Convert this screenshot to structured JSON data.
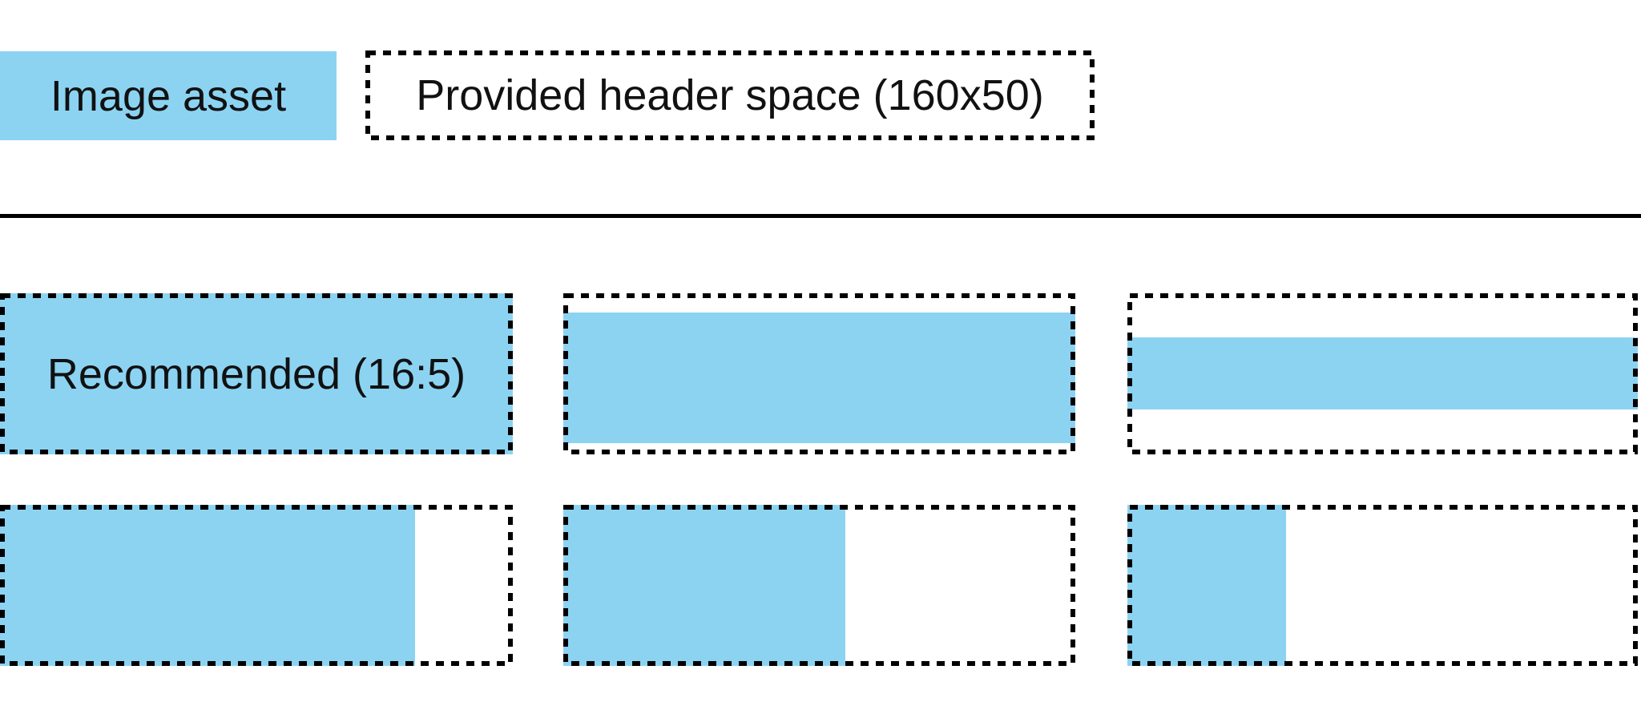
{
  "legend": {
    "image_asset_label": "Image asset",
    "header_space_label": "Provided header space (160x50)"
  },
  "grid": {
    "recommended_label": "Recommended (16:5)"
  },
  "colors": {
    "asset-blue": "#8cd3f2",
    "line-black": "#000000",
    "text-black": "#111111"
  }
}
